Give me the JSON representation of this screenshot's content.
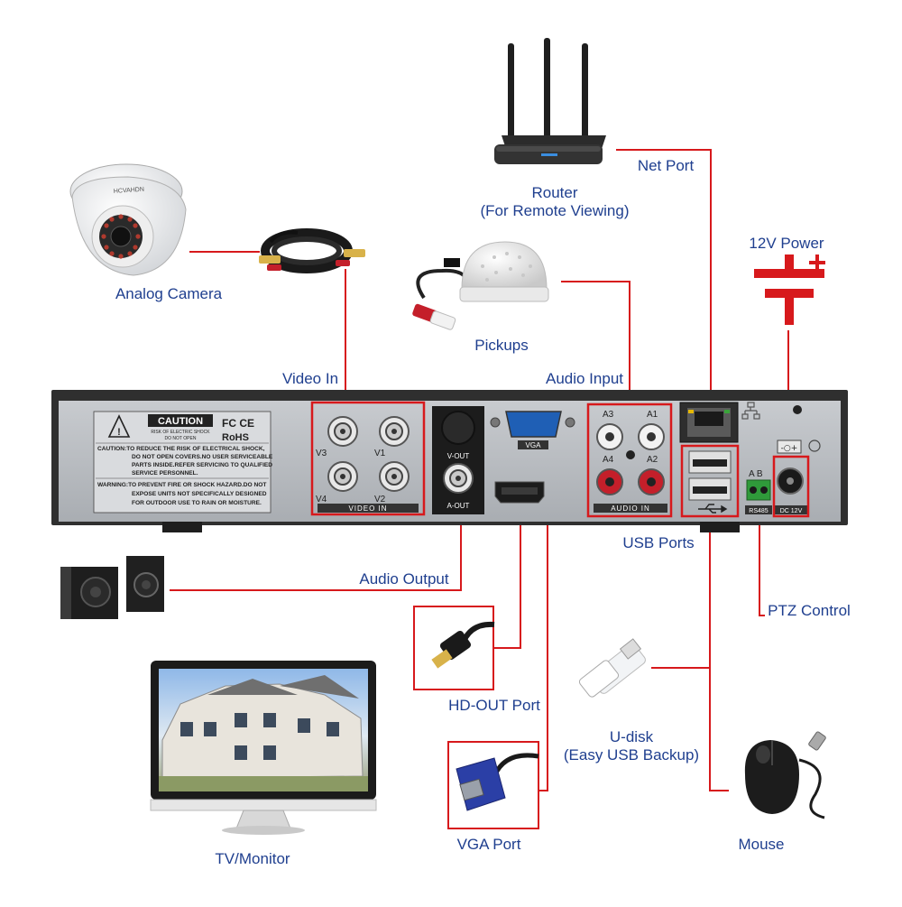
{
  "labels": {
    "analog_camera": "Analog Camera",
    "router": "Router",
    "router_sub": "(For Remote Viewing)",
    "net_port": "Net Port",
    "power_12v": "12V Power",
    "pickups": "Pickups",
    "video_in": "Video In",
    "audio_input": "Audio Input",
    "usb_ports": "USB Ports",
    "audio_output": "Audio Output",
    "ptz_control": "PTZ Control",
    "hd_out_port": "HD-OUT Port",
    "u_disk": "U-disk",
    "u_disk_sub": "(Easy USB Backup)",
    "tv_monitor": "TV/Monitor",
    "vga_port": "VGA Port",
    "mouse": "Mouse"
  },
  "panel": {
    "caution_title": "CAUTION",
    "caution_sub1": "RISK OF ELECTRIC SHOCK",
    "caution_sub2": "DO NOT OPEN",
    "fc_mark": "FC CE",
    "rohs": "RoHS",
    "caution_text": [
      "CAUTION:TO REDUCE THE RISK OF ELECTRICAL SHOCK,",
      "DO NOT OPEN COVERS.NO USER SERVICEABLE",
      "PARTS INSIDE.REFER SERVICING TO QUALIFIED",
      "SERVICE PERSONNEL."
    ],
    "warning_text": [
      "WARNING:TO PREVENT FIRE OR SHOCK HAZARD.DO NOT",
      "EXPOSE UNITS NOT SPECIFICALLY DESIGNED",
      "FOR OUTDOOR USE TO RAIN OR MOISTURE."
    ],
    "video_in_label": "VIDEO IN",
    "v1": "V1",
    "v2": "V2",
    "v3": "V3",
    "v4": "V4",
    "v_out": "V-OUT",
    "a_out": "A-OUT",
    "vga": "VGA",
    "audio_in_label": "AUDIO IN",
    "a1": "A1",
    "a2": "A2",
    "a3": "A3",
    "a4": "A4",
    "rs485_ab": "A B",
    "rs485": "RS485",
    "dc12v": "DC 12V",
    "polarity": "-○+"
  },
  "camera_brand": "HCVAHDN",
  "colors": {
    "line": "#d7191c",
    "label": "#1f3f8f",
    "panel": "#b9bcc0",
    "device": "#2a2a2a"
  }
}
